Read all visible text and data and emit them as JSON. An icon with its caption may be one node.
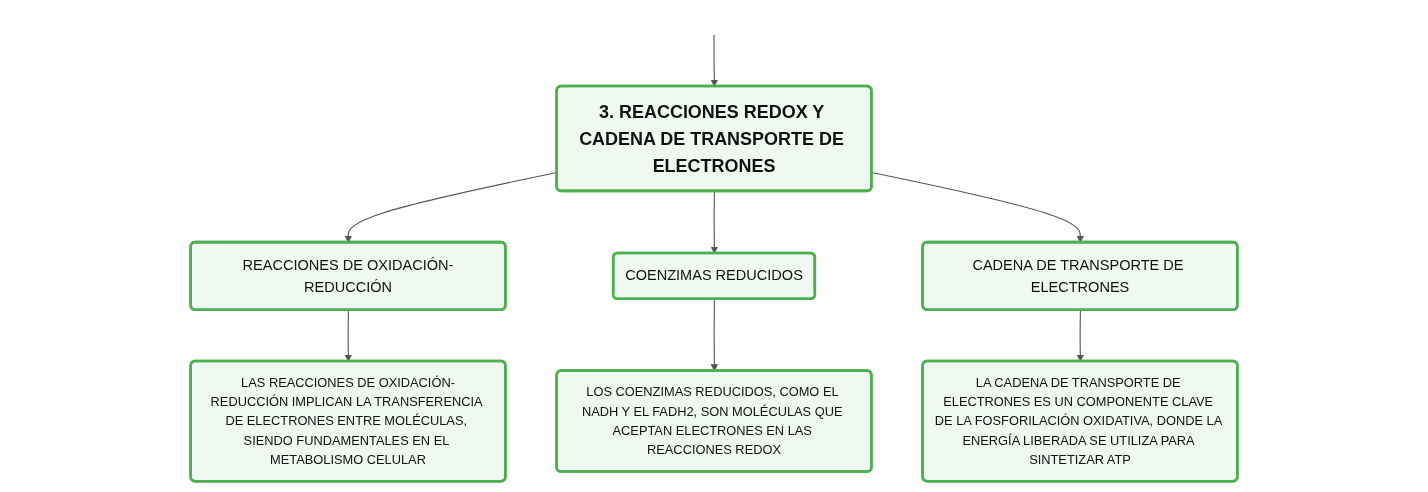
{
  "diagram": {
    "nodes": [
      {
        "text": [
          "3. REACCIONES REDOX Y CADENA DE TRANSPORTE DE ELECTRONES"
        ]
      },
      {
        "text": [
          "REACCIONES DE OXIDACIÓN-REDUCCIÓN"
        ]
      },
      {
        "text": [
          "COENZIMAS REDUCIDOS"
        ]
      },
      {
        "text": [
          "CADENA DE TRANSPORTE DE ELECTRONES"
        ]
      },
      {
        "text": [
          "LAS REACCIONES DE OXIDACIÓN-REDUCCIÓN IMPLICAN LA TRANSFERENCIA DE ELECTRONES ENTRE MOLÉCULAS, SIENDO FUNDAMENTALES EN EL METABOLISMO CELULAR"
        ]
      },
      {
        "text": [
          "LOS COENZIMAS REDUCIDOS, COMO EL NADH Y EL FADH2, SON MOLÉCULAS QUE ACEPTAN ELECTRONES EN LAS REACCIONES REDOX"
        ]
      },
      {
        "text": [
          "LA CADENA DE TRANSPORTE DE ELECTRONES ES UN COMPONENTE CLAVE DE LA FOSFORILACIÓN OXIDATIVA, DONDE LA ENERGÍA LIBERADA SE UTILIZA PARA SINTETIZAR ATP"
        ]
      }
    ],
    "edges": [
      {
        "from": null,
        "to": 0,
        "arrow": "to"
      },
      {
        "from": 0,
        "to": 1,
        "arrow": "to"
      },
      {
        "from": 0,
        "to": 2,
        "arrow": "to"
      },
      {
        "from": 0,
        "to": 3,
        "arrow": "to"
      },
      {
        "from": 1,
        "to": 4,
        "arrow": "to"
      },
      {
        "from": 2,
        "to": 5,
        "arrow": "to"
      },
      {
        "from": 3,
        "to": 6,
        "arrow": "to"
      }
    ]
  }
}
